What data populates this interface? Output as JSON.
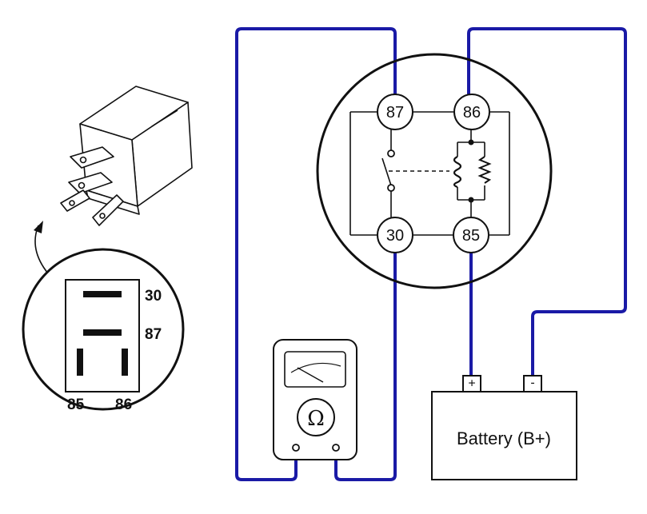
{
  "relay_symbol": {
    "pins": {
      "p87": "87",
      "p86": "86",
      "p30": "30",
      "p85": "85"
    }
  },
  "socket_detail": {
    "labels": {
      "p30": "30",
      "p87": "87",
      "p85": "85",
      "p86": "86"
    }
  },
  "battery": {
    "label": "Battery (B+)",
    "positive": "+",
    "negative": "-"
  },
  "meter": {
    "symbol": "Ω"
  },
  "colors": {
    "wire": "#1a1aa6",
    "line": "#111111",
    "paper": "#ffffff"
  }
}
